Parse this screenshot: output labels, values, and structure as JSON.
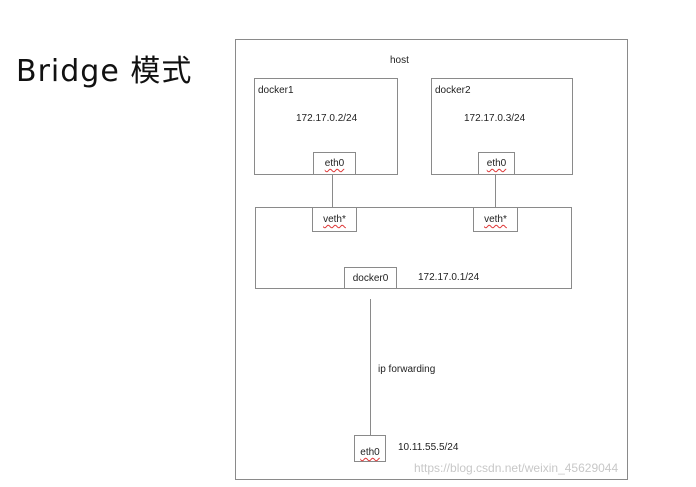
{
  "title": "Bridge 模式",
  "host": {
    "label": "host"
  },
  "docker1": {
    "label": "docker1",
    "ip": "172.17.0.2/24",
    "iface": "eth0"
  },
  "docker2": {
    "label": "docker2",
    "ip": "172.17.0.3/24",
    "iface": "eth0"
  },
  "bridge": {
    "veth_left": "veth*",
    "veth_right": "veth*",
    "name": "docker0",
    "ip": "172.17.0.1/24"
  },
  "forwarding": {
    "label": "ip forwarding"
  },
  "host_eth": {
    "iface": "eth0",
    "ip": "10.11.55.5/24"
  },
  "watermark": "https://blog.csdn.net/weixin_45629044"
}
